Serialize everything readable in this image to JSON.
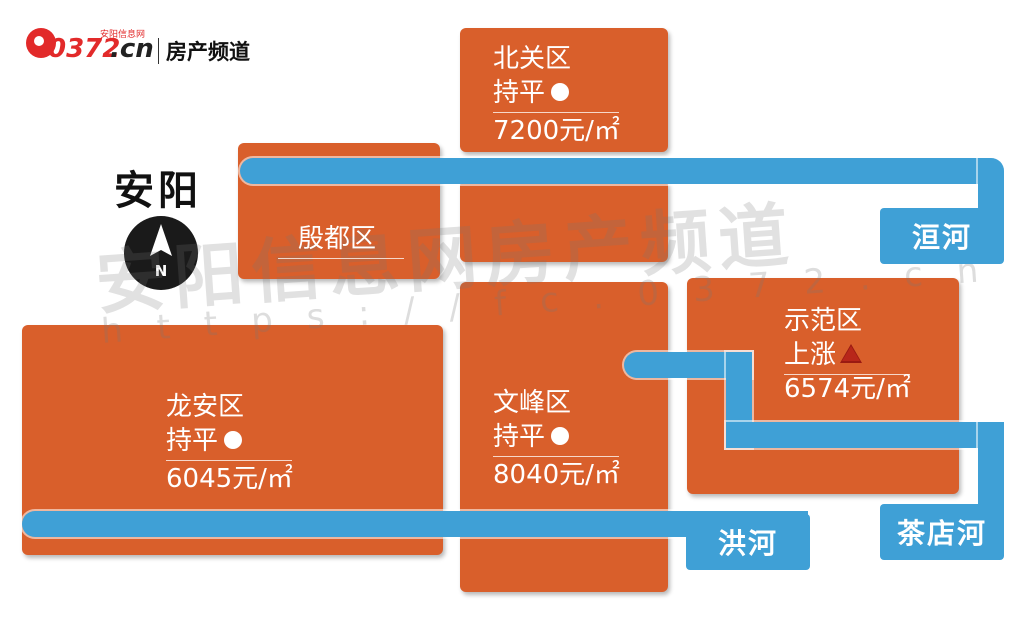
{
  "logo": {
    "number": "0372",
    "domain": ".cn",
    "site_name": "安阳信息网",
    "channel": "房产频道"
  },
  "city": "安阳",
  "compass": {
    "letter": "N"
  },
  "watermark": {
    "text": "安阳信息网房产频道",
    "url": "https://fc.0372.cn"
  },
  "districts": {
    "beiguan": {
      "name": "北关区",
      "trend": "持平",
      "trend_icon": "dot",
      "price": "7200元/㎡"
    },
    "yindu": {
      "name": "殷都区"
    },
    "longan": {
      "name": "龙安区",
      "trend": "持平",
      "trend_icon": "dot",
      "price": "6045元/㎡"
    },
    "wenfeng": {
      "name": "文峰区",
      "trend": "持平",
      "trend_icon": "dot",
      "price": "8040元/㎡"
    },
    "shifan": {
      "name": "示范区",
      "trend": "上涨",
      "trend_icon": "up-triangle",
      "price": "6574元/㎡"
    }
  },
  "rivers": {
    "huan": "洹河",
    "hong": "洪河",
    "chadian": "茶店河"
  },
  "colors": {
    "district": "#d95f2b",
    "river": "#3fa0d6",
    "rise": "#b8261a"
  }
}
